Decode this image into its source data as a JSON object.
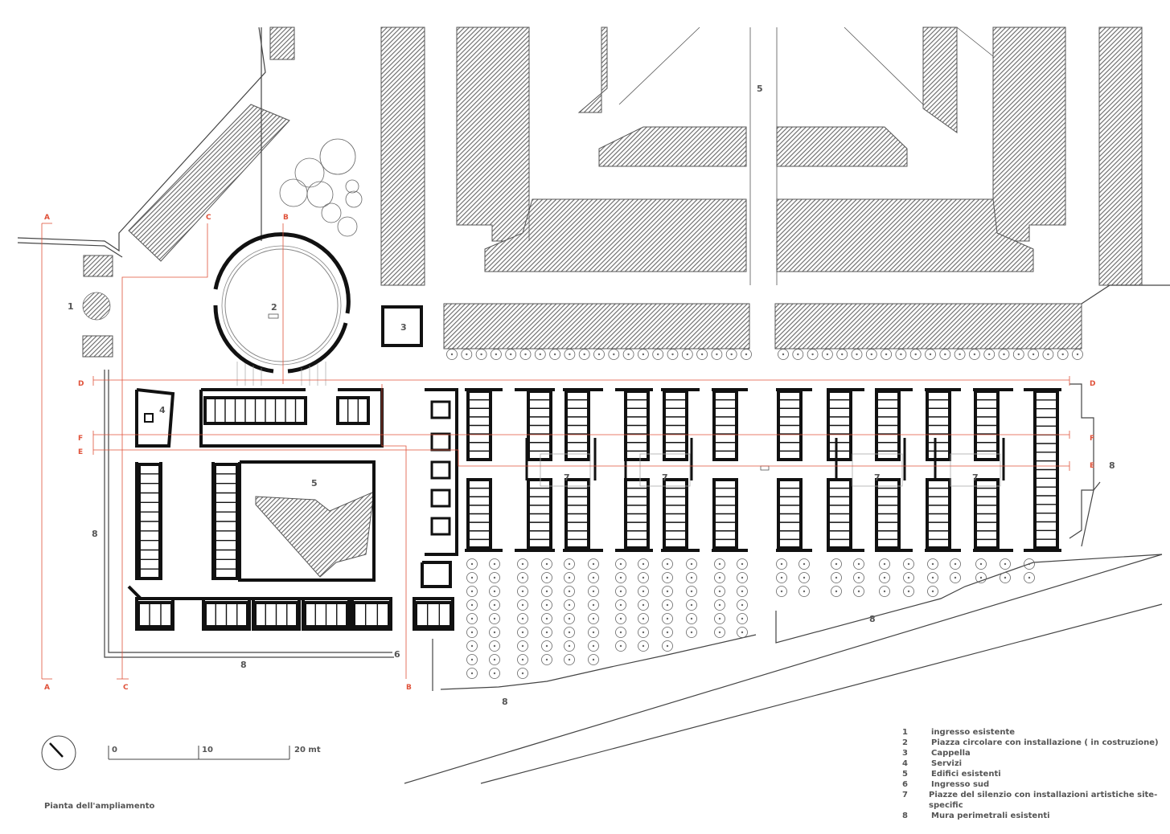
{
  "caption": "Pianta dell'ampliamento",
  "scale": {
    "t0": "0",
    "t1": "10",
    "t2": "20 mt"
  },
  "legend": [
    {
      "num": "1",
      "text": "ingresso esistente"
    },
    {
      "num": "2",
      "text": "Piazza circolare con installazione ( in costruzione)"
    },
    {
      "num": "3",
      "text": "Cappella"
    },
    {
      "num": "4",
      "text": "Servizi"
    },
    {
      "num": "5",
      "text": "Edifici esistenti"
    },
    {
      "num": "6",
      "text": "Ingresso sud"
    },
    {
      "num": "7",
      "text": "Piazze del silenzio con installazioni artistiche site-specific"
    },
    {
      "num": "8",
      "text": "Mura perimetrali esistenti"
    }
  ],
  "labels": {
    "n1": "1",
    "n2": "2",
    "n3": "3",
    "n4": "4",
    "n5a": "5",
    "n5b": "5",
    "n6": "6",
    "n7": "7",
    "n8": "8"
  },
  "sections": {
    "a": "A",
    "b": "B",
    "c": "C",
    "d": "D",
    "e": "E",
    "f": "F"
  },
  "colors": {
    "section_line": "#e0523a",
    "wall": "#111111",
    "hatch": "#777777"
  }
}
